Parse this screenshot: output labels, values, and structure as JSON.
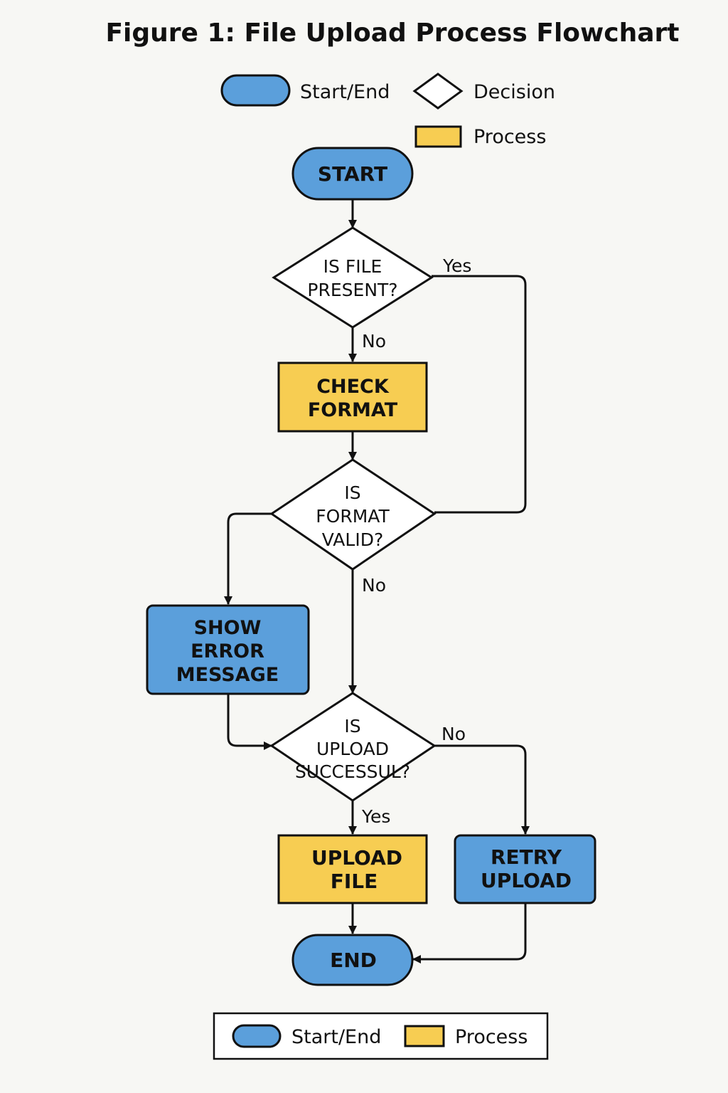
{
  "title": "Figure 1: File Upload Process Flowchart",
  "colors": {
    "start_end": "#5b9fdb",
    "process": "#f7cd52",
    "decision": "#ffffff",
    "stroke": "#111111",
    "background": "#f7f7f4"
  },
  "legend_top": {
    "start_end_label": "Start/End",
    "decision_label": "Decision",
    "process_label": "Process"
  },
  "legend_bottom": {
    "start_end_label": "Start/End",
    "process_label": "Process"
  },
  "nodes": {
    "start": {
      "label": "START",
      "kind": "start_end"
    },
    "is_file_present": {
      "lines": [
        "IS FILE",
        "PRESENT?"
      ],
      "kind": "decision"
    },
    "check_format": {
      "lines": [
        "CHECK",
        "FORMAT"
      ],
      "kind": "process"
    },
    "is_format_valid": {
      "lines": [
        "IS",
        "FORMAT",
        "VALID?"
      ],
      "kind": "decision"
    },
    "show_error_message": {
      "lines": [
        "SHOW",
        "ERROR",
        "MESSAGE"
      ],
      "kind": "start_end"
    },
    "is_upload_successful": {
      "lines": [
        "IS",
        "UPLOAD",
        "SUCCESSUL?"
      ],
      "kind": "decision"
    },
    "upload_file": {
      "lines": [
        "UPLOAD",
        "FILE"
      ],
      "kind": "process"
    },
    "retry_upload": {
      "lines": [
        "RETRY",
        "UPLOAD"
      ],
      "kind": "start_end"
    },
    "end": {
      "label": "END",
      "kind": "start_end"
    }
  },
  "edge_labels": {
    "file_present_yes": "Yes",
    "file_present_no": "No",
    "format_valid_no": "No",
    "upload_no": "No",
    "upload_yes": "Yes"
  }
}
